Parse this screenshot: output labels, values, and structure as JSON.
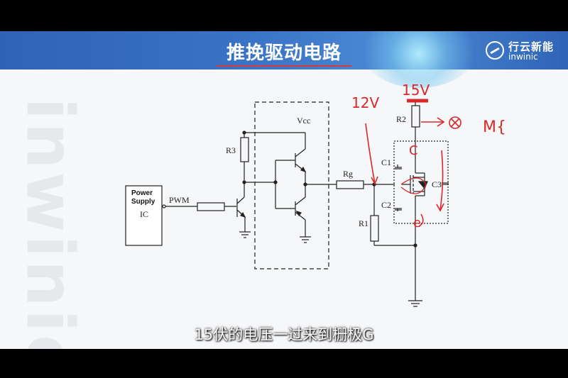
{
  "slide": {
    "title": "推挽驱动电路",
    "logo_cn": "行云新能",
    "logo_en": "inwinic",
    "watermark": "inwinic"
  },
  "circuit": {
    "power_supply_label_1": "Power",
    "power_supply_label_2": "Supply",
    "ic_label": "IC",
    "pwm_label": "PWM",
    "r3_label": "R3",
    "vcc_label": "Vcc",
    "rg_label": "Rg",
    "r2_label": "R2",
    "r1_label": "R1",
    "c1_label": "C1",
    "c2_label": "C2",
    "c3_label": "C3"
  },
  "annotations": {
    "voltage_12": "12V",
    "voltage_15": "15V",
    "mark_c": "C",
    "mark_e": "e",
    "mark_m": "M{"
  },
  "caption": "15伏的电压一过来到栅极G",
  "colors": {
    "banner": "#2f63b7",
    "annotation_ink": "#d8282a",
    "title_underline": "#d93a3a"
  }
}
